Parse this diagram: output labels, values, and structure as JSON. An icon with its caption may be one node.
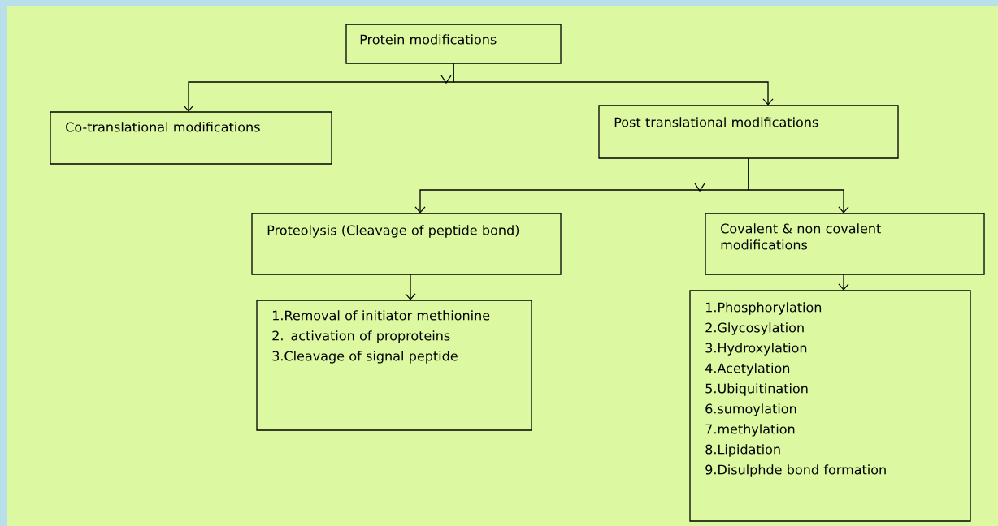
{
  "diagram": {
    "nodes": [
      {
        "text": [
          "Protein modifications"
        ]
      },
      {
        "text": [
          "Co-translational modifications"
        ]
      },
      {
        "text": [
          "Post translational modifications"
        ]
      },
      {
        "text": [
          "Proteolysis (Cleavage of peptide bond)"
        ]
      },
      {
        "text": [
          "Covalent & non covalent modifications"
        ]
      },
      {
        "text": [
          "1.Removal of initiator methionine",
          "2. activation of proproteins",
          "3.Cleavage of signal peptide"
        ]
      },
      {
        "text": [
          "1.Phosphorylation",
          "2.Glycosylation",
          "3.Hydroxylation",
          "4.Acetylation",
          "5.Ubiquitination",
          "6.sumoylation",
          "7.methylation",
          "8.Lipidation",
          "9.Disulphde bond formation"
        ]
      }
    ],
    "edges": [
      {
        "from": 0,
        "to": 1,
        "arrow": "to"
      },
      {
        "from": 0,
        "to": 2,
        "arrow": "to"
      },
      {
        "from": 2,
        "to": 3,
        "arrow": "to"
      },
      {
        "from": 2,
        "to": 4,
        "arrow": "to"
      },
      {
        "from": 3,
        "to": 5,
        "arrow": "to"
      },
      {
        "from": 4,
        "to": 6,
        "arrow": "to"
      }
    ]
  }
}
